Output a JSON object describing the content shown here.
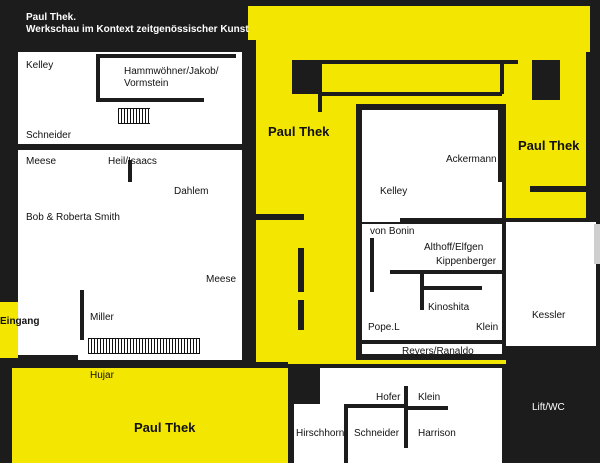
{
  "colors": {
    "wall": "#1c1c1c",
    "room": "#ffffff",
    "corridor": "#f3e600",
    "light_grey": "#cfcfcf"
  },
  "title": {
    "line1": "Paul Thek.",
    "line2": "Werkschau im Kontext zeitgenössischer Kunst"
  },
  "labels": {
    "kelley_1": "Kelley",
    "hammwoehner_1": "Hammwöhner/Jakob/",
    "hammwoehner_2": "Vormstein",
    "schneider_1": "Schneider",
    "meese_1": "Meese",
    "heil_isaacs": "Heil/Isaacs",
    "dahlem": "Dahlem",
    "bob_roberta": "Bob & Roberta Smith",
    "meese_2": "Meese",
    "miller": "Miller",
    "eingang": "Eingang",
    "hujar": "Hujar",
    "ackermann": "Ackermann",
    "kelley_2": "Kelley",
    "von_bonin": "von Bonin",
    "althoff_elfgen": "Althoff/Elfgen",
    "kippenberger": "Kippenberger",
    "kinoshita": "Kinoshita",
    "pope_l": "Pope.L",
    "klein_1": "Klein",
    "kessler": "Kessler",
    "reyers_ranaldo": "Reyers/Ranaldo",
    "lift_wc": "Lift/WC",
    "hofer": "Hofer",
    "klein_2": "Klein",
    "hirschhorn": "Hirschhorn",
    "schneider_2": "Schneider",
    "harrison": "Harrison"
  },
  "paul_thek": {
    "center": "Paul Thek",
    "right": "Paul Thek",
    "bottom": "Paul Thek"
  }
}
